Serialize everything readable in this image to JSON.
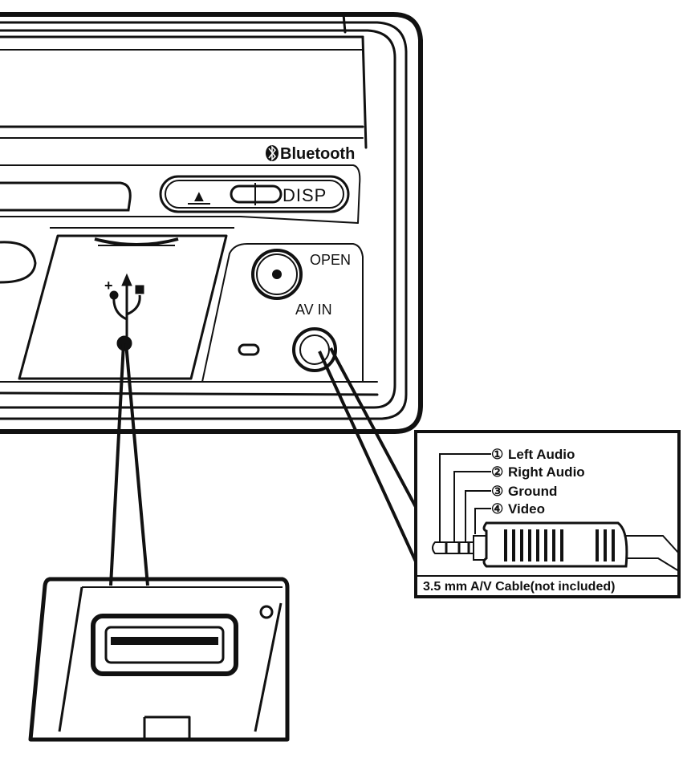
{
  "panel": {
    "bluetooth_label": "Bluetooth",
    "disp_label": "DISP",
    "eject_glyph": "▲",
    "open_label": "OPEN",
    "av_in_label": "AV IN",
    "usb_plus_label": "+"
  },
  "icons": {
    "bluetooth": "bluetooth-icon",
    "eject": "eject-icon",
    "usb": "usb-icon"
  },
  "callout": {
    "items": [
      {
        "marker": "①",
        "label": "Left Audio"
      },
      {
        "marker": "②",
        "label": "Right Audio"
      },
      {
        "marker": "③",
        "label": "Ground"
      },
      {
        "marker": "④",
        "label": "Video"
      }
    ],
    "caption": "3.5 mm A/V Cable(not included)"
  },
  "colors": {
    "line": "#111111",
    "background": "#ffffff"
  }
}
